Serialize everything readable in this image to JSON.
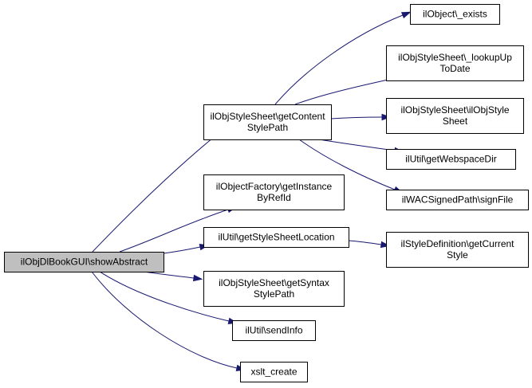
{
  "graph": {
    "root": "ilObjDlBookGUI\\showAbstract",
    "nodes": [
      {
        "id": "root",
        "lines": [
          "ilObjDlBookGUI\\showAbstract"
        ],
        "is_root": true
      },
      {
        "id": "getContentStylePath",
        "lines": [
          "ilObjStyleSheet\\getContent",
          "StylePath"
        ]
      },
      {
        "id": "getInstanceByRefId",
        "lines": [
          "ilObjectFactory\\getInstance",
          "ByRefId"
        ]
      },
      {
        "id": "getStyleSheetLocation",
        "lines": [
          "ilUtil\\getStyleSheetLocation"
        ]
      },
      {
        "id": "getSyntaxStylePath",
        "lines": [
          "ilObjStyleSheet\\getSyntax",
          "StylePath"
        ]
      },
      {
        "id": "sendInfo",
        "lines": [
          "ilUtil\\sendInfo"
        ]
      },
      {
        "id": "xslt_create",
        "lines": [
          "xslt_create"
        ]
      },
      {
        "id": "exists",
        "lines": [
          "ilObject\\_exists"
        ]
      },
      {
        "id": "lookupUpToDate",
        "lines": [
          "ilObjStyleSheet\\_lookupUp",
          "ToDate"
        ]
      },
      {
        "id": "ilObjStyleSheet",
        "lines": [
          "ilObjStyleSheet\\ilObjStyle",
          "Sheet"
        ]
      },
      {
        "id": "getWebspaceDir",
        "lines": [
          "ilUtil\\getWebspaceDir"
        ]
      },
      {
        "id": "signFile",
        "lines": [
          "ilWACSignedPath\\signFile"
        ]
      },
      {
        "id": "getCurrentStyle",
        "lines": [
          "ilStyleDefinition\\getCurrent",
          "Style"
        ]
      }
    ],
    "edges": [
      {
        "from": "root",
        "to": "getContentStylePath"
      },
      {
        "from": "root",
        "to": "getInstanceByRefId"
      },
      {
        "from": "root",
        "to": "getStyleSheetLocation"
      },
      {
        "from": "root",
        "to": "getSyntaxStylePath"
      },
      {
        "from": "root",
        "to": "sendInfo"
      },
      {
        "from": "root",
        "to": "xslt_create"
      },
      {
        "from": "getContentStylePath",
        "to": "exists"
      },
      {
        "from": "getContentStylePath",
        "to": "lookupUpToDate"
      },
      {
        "from": "getContentStylePath",
        "to": "ilObjStyleSheet"
      },
      {
        "from": "getContentStylePath",
        "to": "getWebspaceDir"
      },
      {
        "from": "getContentStylePath",
        "to": "signFile"
      },
      {
        "from": "getStyleSheetLocation",
        "to": "getCurrentStyle"
      }
    ],
    "colors": {
      "edge": "#191970",
      "root_fill": "#bfbfbf",
      "node_fill": "#ffffff",
      "node_border": "#000000"
    }
  }
}
